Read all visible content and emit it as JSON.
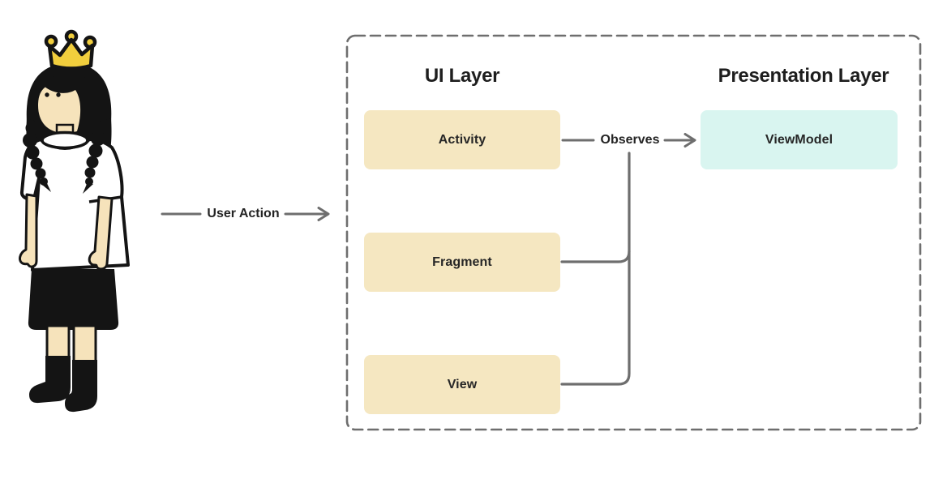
{
  "colors": {
    "accent_warm": "#F5E7C1",
    "accent_cool": "#D9F5F0",
    "connector_gray": "#6E6E6E",
    "heading_text": "#1E1E1E",
    "box_text": "#262626",
    "crown_gold": "#F1CE3D",
    "skin": "#F6E3BB",
    "ink": "#141414"
  },
  "figure": {
    "illustration": "princess-girl"
  },
  "flow": {
    "user_action_label": "User Action",
    "observes_label": "Observes"
  },
  "architecture": {
    "ui_layer": {
      "title": "UI Layer",
      "components": [
        "Activity",
        "Fragment",
        "View"
      ]
    },
    "presentation_layer": {
      "title": "Presentation Layer",
      "components": [
        "ViewModel"
      ]
    }
  }
}
